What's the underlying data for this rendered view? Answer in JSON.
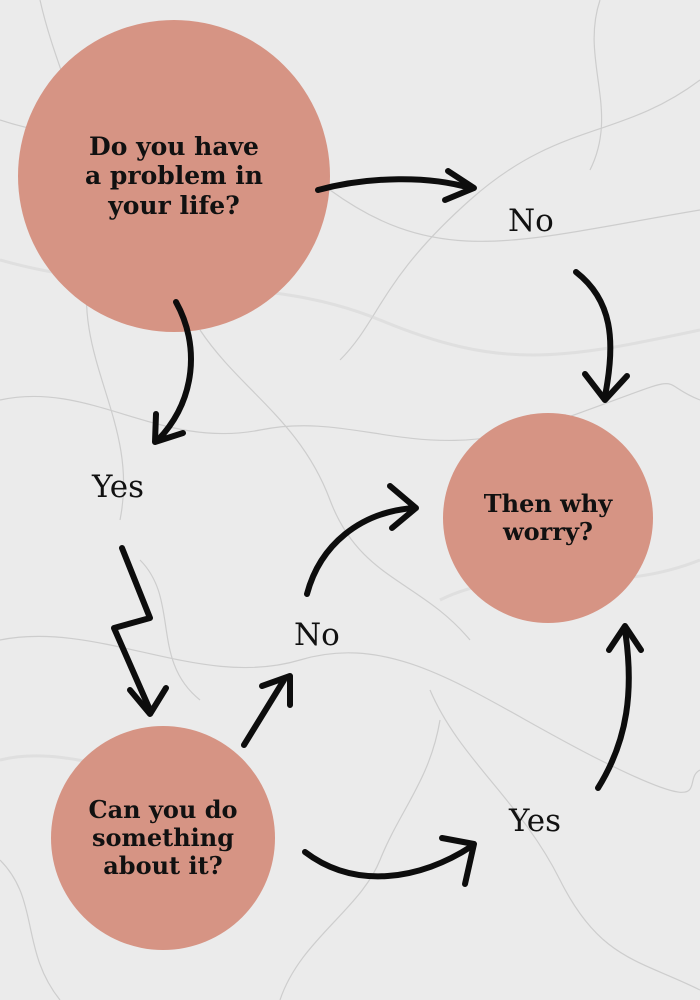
{
  "colors": {
    "node_fill": "#d69484",
    "background": "#ebebeb",
    "vein": "#c8c8c8",
    "arrow": "#0d0d0d"
  },
  "nodes": {
    "problem": {
      "text": "Do you have\na problem in\nyour life?"
    },
    "worry": {
      "text": "Then why\nworry?"
    },
    "can_do": {
      "text": "Can you do\nsomething\nabout it?"
    }
  },
  "edge_labels": {
    "no_top": "No",
    "yes_left": "Yes",
    "no_mid": "No",
    "yes_bottom": "Yes"
  }
}
